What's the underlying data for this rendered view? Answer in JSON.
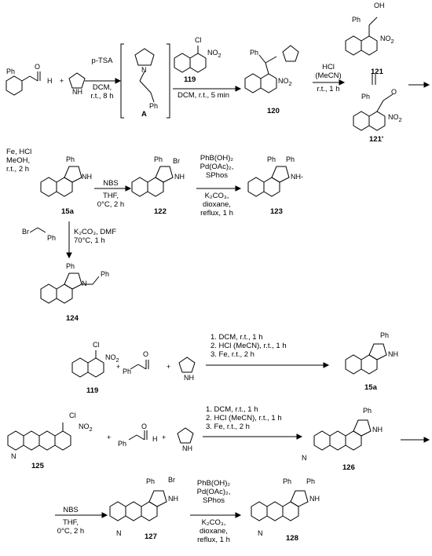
{
  "compounds": {
    "c119": "119",
    "cA": "A",
    "c120": "120",
    "c121": "121",
    "c121p": "121'",
    "c15a": "15a",
    "c122": "122",
    "c123": "123",
    "c124": "124",
    "c119b": "119",
    "c15ab": "15a",
    "c125": "125",
    "c126": "126",
    "c127": "127",
    "c128": "128"
  },
  "atoms": {
    "ph": "Ph",
    "o": "O",
    "h": "H",
    "n": "N",
    "nh": "NH",
    "nh_minus": "NH-",
    "cl": "Cl",
    "no2": "NO",
    "no2_sub": "2",
    "br": "Br",
    "oh": "OH",
    "plus": "+"
  },
  "conditions": {
    "r1": [
      "p-TSA",
      "DCM,",
      "r.t., 8 h"
    ],
    "r2": "DCM, r.t., 5 min",
    "r3": [
      "HCl",
      "(MeCN)",
      "r.t., 1 h"
    ],
    "r4": [
      "Fe, HCl",
      "MeOH,",
      "r.t., 2 h"
    ],
    "r5": [
      "NBS",
      "THF,",
      "0°C, 2 h"
    ],
    "r6": [
      "PhB(OH)₂",
      "Pd(OAc)₂,",
      "SPhos",
      "K₂CO₃,",
      "dioxane,",
      "reflux, 1 h"
    ],
    "r7": [
      "K₂CO₃, DMF",
      "70°C, 1 h"
    ],
    "r8": [
      "1. DCM, r.t., 1 h",
      "2. HCl (MeCN), r.t., 1 h",
      "3. Fe, r.t., 2 h"
    ],
    "r9": [
      "1. DCM, r.t., 1 h",
      "2. HCl (MeCN), r.t., 1 h",
      "3. Fe, r.t., 2 h"
    ],
    "r10": [
      "NBS",
      "THF,",
      "0°C, 2 h"
    ],
    "r11": [
      "PhB(OH)₂",
      "Pd(OAc)₂,",
      "SPhos",
      "K₂CO₃,",
      "dioxane,",
      "reflux, 1 h"
    ]
  }
}
